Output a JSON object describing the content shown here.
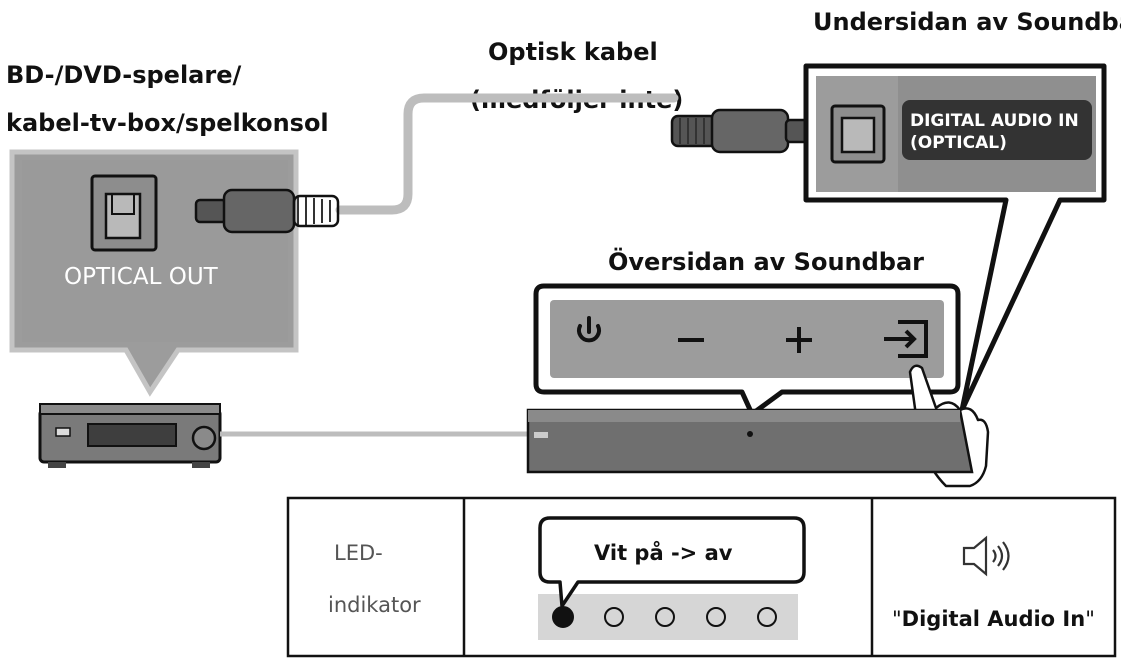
{
  "labels": {
    "source_line1": "BD-/DVD-spelare/",
    "source_line2": "kabel-tv-box/spelkonsol",
    "cable_line1": "Optisk kabel",
    "cable_line2": "(medföljer inte)",
    "bottom_side": "Undersidan av Soundbar",
    "top_side": "Översidan av Soundbar"
  },
  "source_port": {
    "label": "OPTICAL OUT"
  },
  "soundbar_port": {
    "line1": "DIGITAL AUDIO IN",
    "line2": "(OPTICAL)"
  },
  "top_panel": {
    "buttons": [
      "power-icon",
      "minus-icon",
      "plus-icon",
      "input-source-icon"
    ]
  },
  "led_table": {
    "label_line1": "LED-",
    "label_line2": "indikator",
    "callout": "Vit på -> av",
    "leds": [
      "on",
      "off",
      "off",
      "off",
      "off"
    ],
    "voice_prompt": "Digital Audio In",
    "speaker_icon": "speaker-sound-icon"
  },
  "colors": {
    "panel_gray": "#9c9c9c",
    "dark_gray": "#5a5a5a",
    "cable_gray": "#bdbdbd",
    "line": "#111111"
  }
}
